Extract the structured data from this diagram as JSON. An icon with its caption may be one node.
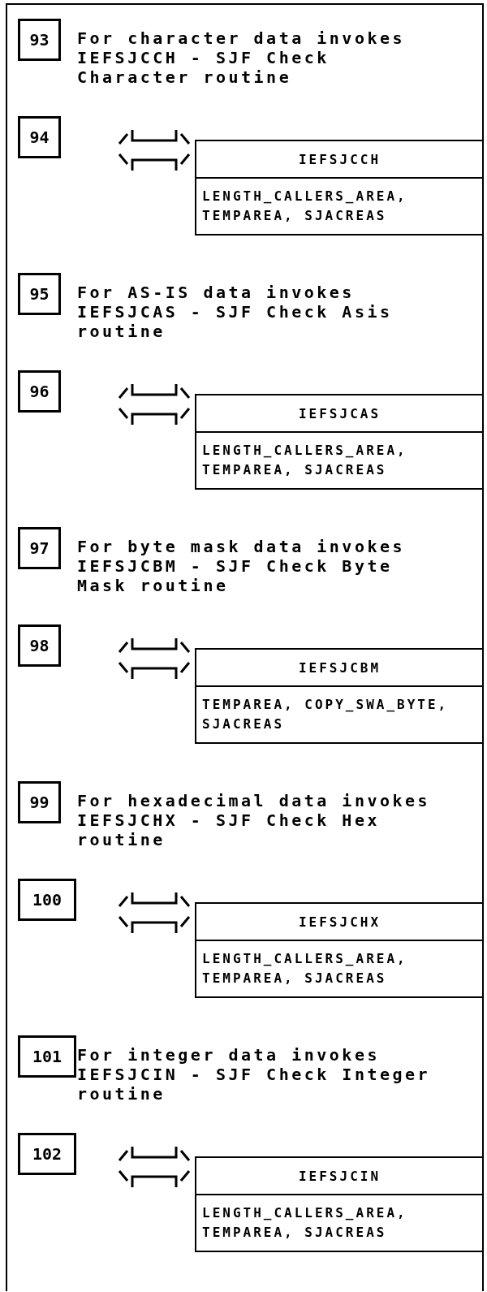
{
  "diagram": {
    "nodes": [
      {
        "text": [
          "93"
        ],
        "beside": [
          "For character data invokes IEFSJCCH - SJF Check Character routine"
        ]
      },
      {
        "text": [
          "94"
        ]
      },
      {
        "text": [
          "IEFSJCCH",
          "LENGTH_CALLERS_AREA, TEMPAREA, SJACREAS"
        ]
      },
      {
        "text": [
          "95"
        ],
        "beside": [
          "For AS-IS data invokes IEFSJCAS - SJF Check Asis routine"
        ]
      },
      {
        "text": [
          "96"
        ]
      },
      {
        "text": [
          "IEFSJCAS",
          "LENGTH_CALLERS_AREA, TEMPAREA, SJACREAS"
        ]
      },
      {
        "text": [
          "97"
        ],
        "beside": [
          "For byte mask data invokes IEFSJCBM - SJF Check Byte Mask routine"
        ]
      },
      {
        "text": [
          "98"
        ]
      },
      {
        "text": [
          "IEFSJCBM",
          "TEMPAREA, COPY_SWA_BYTE, SJACREAS"
        ]
      },
      {
        "text": [
          "99"
        ],
        "beside": [
          "For hexadecimal data invokes IEFSJCHX - SJF Check Hex routine"
        ]
      },
      {
        "text": [
          "100"
        ]
      },
      {
        "text": [
          "IEFSJCHX",
          "LENGTH_CALLERS_AREA, TEMPAREA, SJACREAS"
        ]
      },
      {
        "text": [
          "101"
        ],
        "beside": [
          "For integer data invokes IEFSJCIN - SJF Check Integer routine"
        ]
      },
      {
        "text": [
          "102"
        ]
      },
      {
        "text": [
          "IEFSJCIN",
          "LENGTH_CALLERS_AREA, TEMPAREA, SJACREAS"
        ]
      }
    ]
  }
}
